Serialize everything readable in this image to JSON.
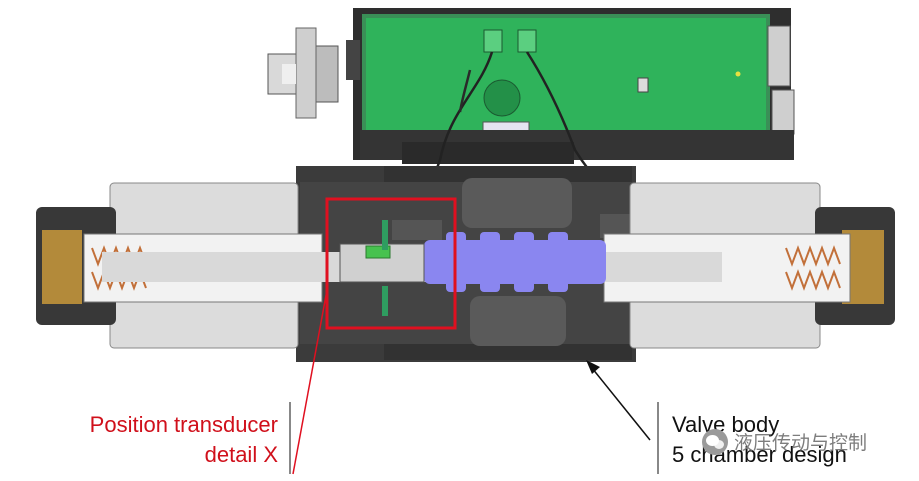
{
  "callouts": {
    "left": {
      "line1": "Position transducer",
      "line2": "detail X",
      "color": "#d0101b"
    },
    "right": {
      "line1": "Valve body",
      "line2": "5 chamber design",
      "color": "#111111"
    }
  },
  "watermark": {
    "text": "液压传动与控制",
    "icon": "wechat-icon"
  },
  "colors": {
    "highlight_box": "#e01020",
    "pcb_green": "#2fb35b",
    "oil_blue": "#8a86f0",
    "housing_dark": "#3c3c3c",
    "cap_light": "#dedede",
    "spring_copper": "#c2703a",
    "brass": "#b38a3a"
  }
}
